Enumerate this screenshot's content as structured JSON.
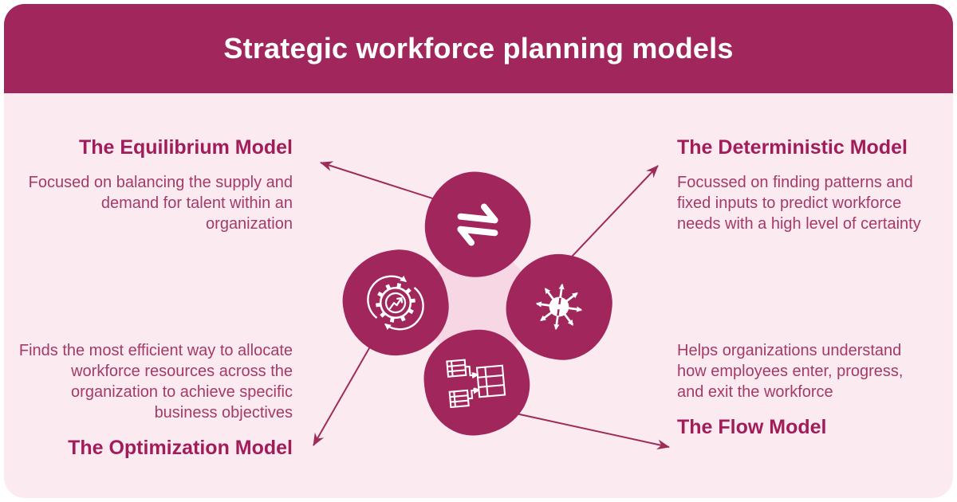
{
  "header": {
    "title": "Strategic workforce planning models"
  },
  "colors": {
    "header_bg": "#a1265b",
    "card_bg": "#fceaf1",
    "blob_fill": "#a1265b",
    "center_circle": "#f8d7e5",
    "heading_text": "#a01d5a",
    "body_text": "#a43a67",
    "arrow": "#9e2c59",
    "icon": "#ffffff"
  },
  "models": [
    {
      "id": "equilibrium",
      "title": "The Equilibrium Model",
      "description": "Focused on balancing the supply and demand for talent within an organization",
      "icon": "equilibrium-arrows-icon",
      "position": "top-left"
    },
    {
      "id": "deterministic",
      "title": "The Deterministic Model",
      "description": "Focussed on finding patterns and fixed inputs to predict workforce needs with a high level of certainty",
      "icon": "radiating-arrows-icon",
      "position": "top-right"
    },
    {
      "id": "optimization",
      "title": "The Optimization Model",
      "description": "Finds the most efficient way to allocate workforce resources across the organization to achieve specific business objectives",
      "icon": "gear-trend-cycle-icon",
      "position": "bottom-left"
    },
    {
      "id": "flow",
      "title": "The Flow Model",
      "description": "Helps organizations understand how employees enter, progress, and exit the workforce",
      "icon": "table-flow-icon",
      "position": "bottom-right"
    }
  ]
}
